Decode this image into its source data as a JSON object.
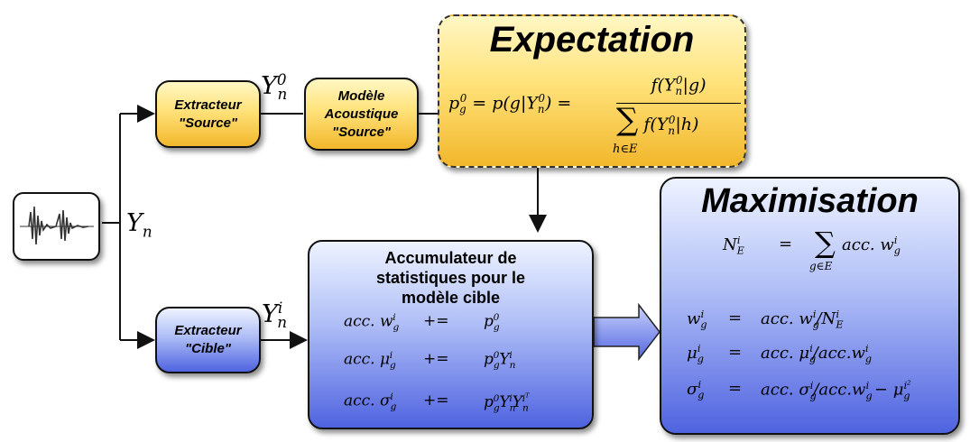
{
  "labels": {
    "yn": "Y",
    "yn_sub": "n",
    "yn0_sup": "0",
    "yni_sup": "i"
  },
  "boxes": {
    "extracteur_source": "Extracteur \"Source\"",
    "modele_acoustique": "Modèle Acoustique \"Source\"",
    "extracteur_cible": "Extracteur \"Cible\"",
    "expectation_title": "Expectation",
    "accumulateur_title": "Accumulateur de statistiques pour le modèle cible",
    "maximisation_title": "Maximisation"
  },
  "colors": {
    "yellow_top": "#fff7c4",
    "yellow_bottom": "#f2b72c",
    "blue_top": "#eef3ff",
    "blue_bottom": "#4f63e0"
  }
}
